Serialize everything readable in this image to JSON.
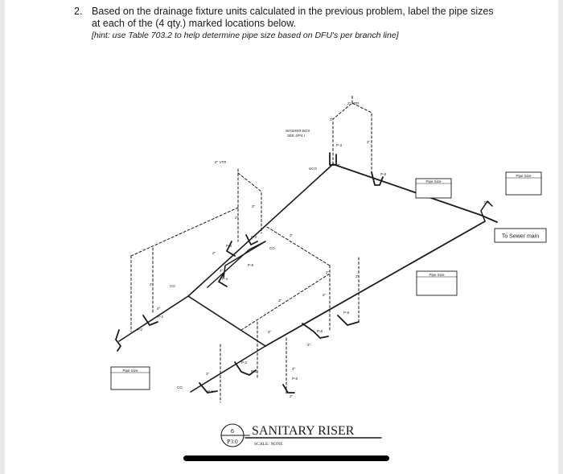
{
  "question": {
    "number": "2.",
    "line1": "Based on the drainage fixture units calculated in the previous problem, label the pipe sizes",
    "line2": "at each of the (4 qty.) marked locations below.",
    "hint": "[hint: use Table 703.2 to help determine pipe size based on DFU's per branch line]"
  },
  "diagram": {
    "pipe_size_label": "Pipe Size",
    "sewer_label": "To Sewer main",
    "washer_box_line1": "WASHER BOX",
    "washer_box_line2": "SEE 4/P4.I",
    "vtr_top": "2\" VTR",
    "vtr_left": "3\" VTR",
    "cleanout": "CO",
    "uco": "UCO",
    "fixture_tags": [
      "P-8",
      "P-3",
      "P-3",
      "P-3",
      "P-8",
      "P-8",
      "P-8",
      "P-8",
      "P-3",
      "P-8",
      "P-4",
      "P-2",
      "P-2",
      "P-2"
    ],
    "sizes": [
      "2\"",
      "2\"",
      "3\"",
      "2\"",
      "3\"",
      "2\"",
      "3\"",
      "4\"",
      "2\"",
      "3\"",
      "2\"",
      "4\"",
      "2\"",
      "2\"",
      "3\"",
      "2\"",
      "3\"",
      "4\"",
      "2\""
    ]
  },
  "title_block": {
    "detail_number": "6",
    "sheet": "P3.0",
    "title": "SANITARY RISER",
    "scale": "SCALE: NONE"
  }
}
